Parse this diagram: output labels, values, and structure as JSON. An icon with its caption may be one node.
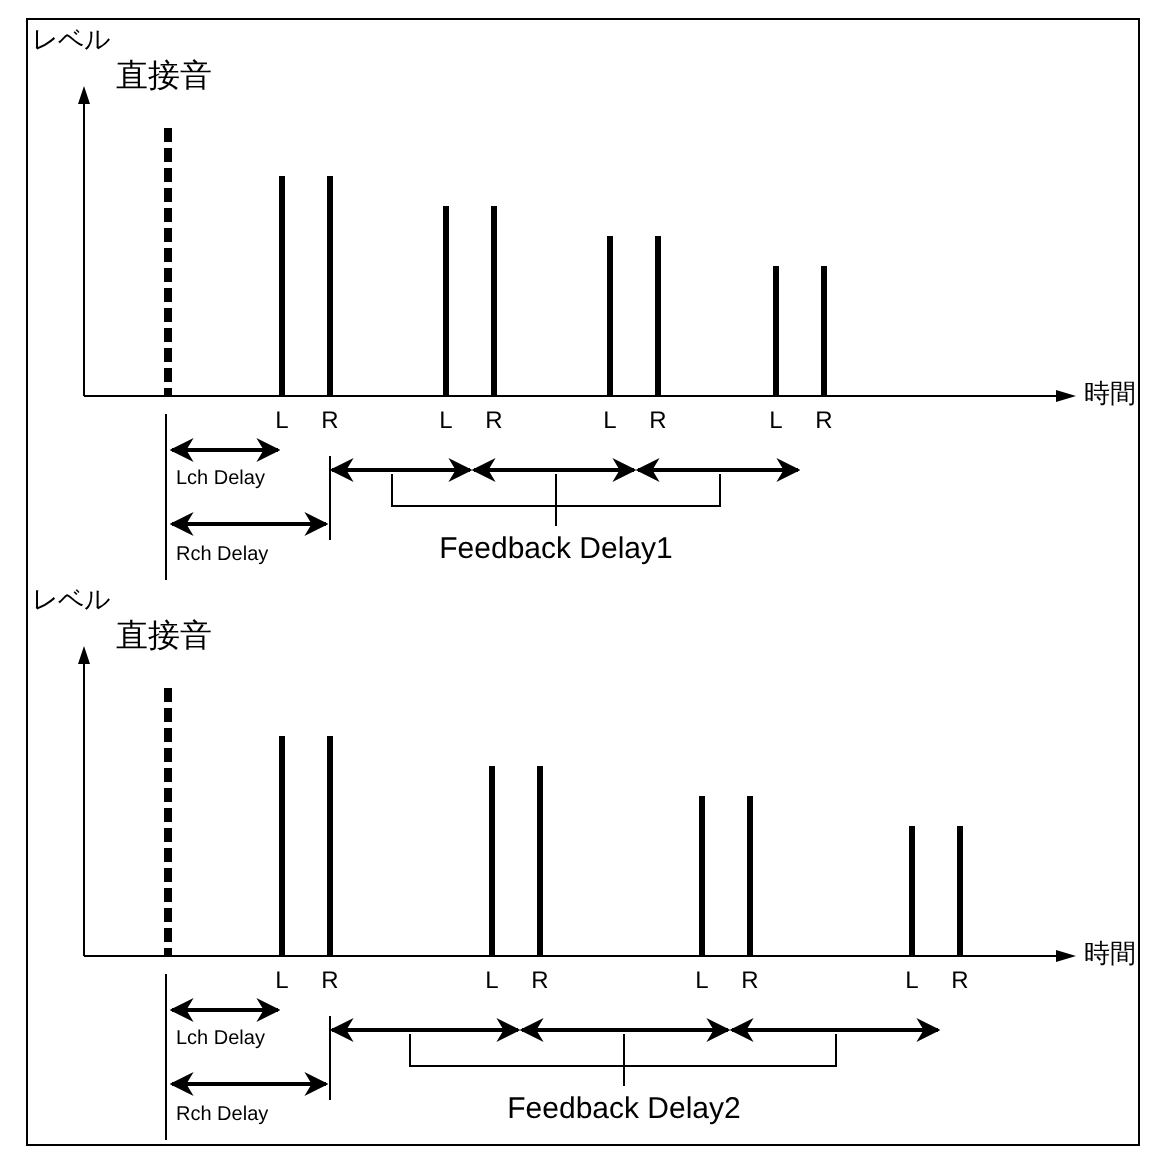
{
  "diagram": {
    "labels": [
      "レベル",
      "直接音",
      "L",
      "R",
      "L",
      "R",
      "L",
      "R",
      "L",
      "R",
      "時間",
      "Lch Delay",
      "Rch Delay",
      "Feedback Delay1",
      "レベル",
      "直接音",
      "L",
      "R",
      "L",
      "R",
      "L",
      "R",
      "L",
      "R",
      "時間",
      "Lch Delay",
      "Rch Delay",
      "Feedback Delay2"
    ]
  }
}
